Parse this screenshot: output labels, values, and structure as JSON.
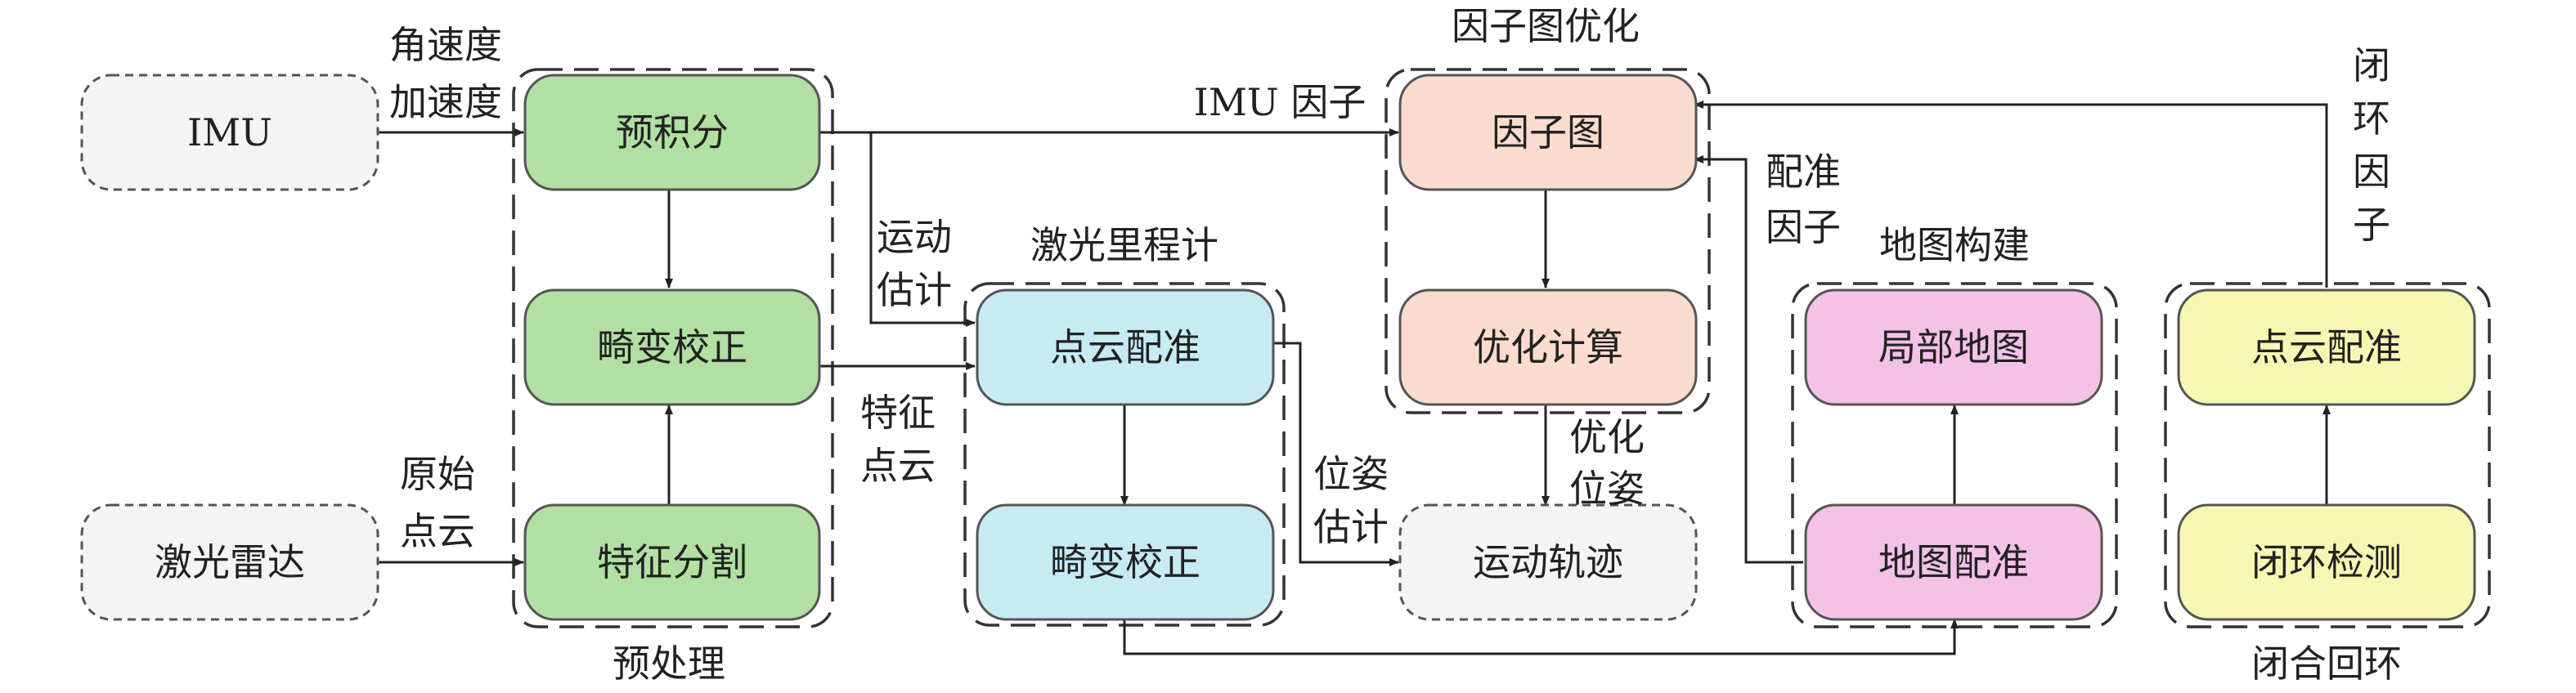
{
  "nodes": {
    "imu": "IMU",
    "lidar": "激光雷达",
    "preint": "预积分",
    "deskew_pre": "畸变校正",
    "feat_seg": "特征分割",
    "scan_match": "点云配准",
    "deskew_odom": "畸变校正",
    "factor_graph": "因子图",
    "optimize": "优化计算",
    "trajectory": "运动轨迹",
    "local_map": "局部地图",
    "map_match": "地图配准",
    "loop_match": "点云配准",
    "loop_detect": "闭环检测"
  },
  "groups": {
    "preprocess": "预处理",
    "lidar_odom": "激光里程计",
    "factor_opt": "因子图优化",
    "mapping": "地图构建",
    "loop_closure": "闭合回环"
  },
  "edge_labels": {
    "ang_vel": "角速度",
    "accel": "加速度",
    "raw": "原始",
    "cloud": "点云",
    "imu_factor": "IMU 因子",
    "motion": "运动",
    "estimate": "估计",
    "feature": "特征",
    "feature_cloud": "点云",
    "pose": "位姿",
    "pose_est": "估计",
    "optimized": "优化",
    "opt_pose": "位姿",
    "match": "配准",
    "match_factor": "因子",
    "loop_1": "闭",
    "loop_2": "环",
    "loop_3": "因",
    "loop_4": "子"
  },
  "colors": {
    "green": "#b1e0a2",
    "blue": "#c6ebf3",
    "peach": "#fbdccf",
    "pink": "#f3c2e6",
    "yellow": "#f7f7b4",
    "gray": "#f4f4f4"
  }
}
